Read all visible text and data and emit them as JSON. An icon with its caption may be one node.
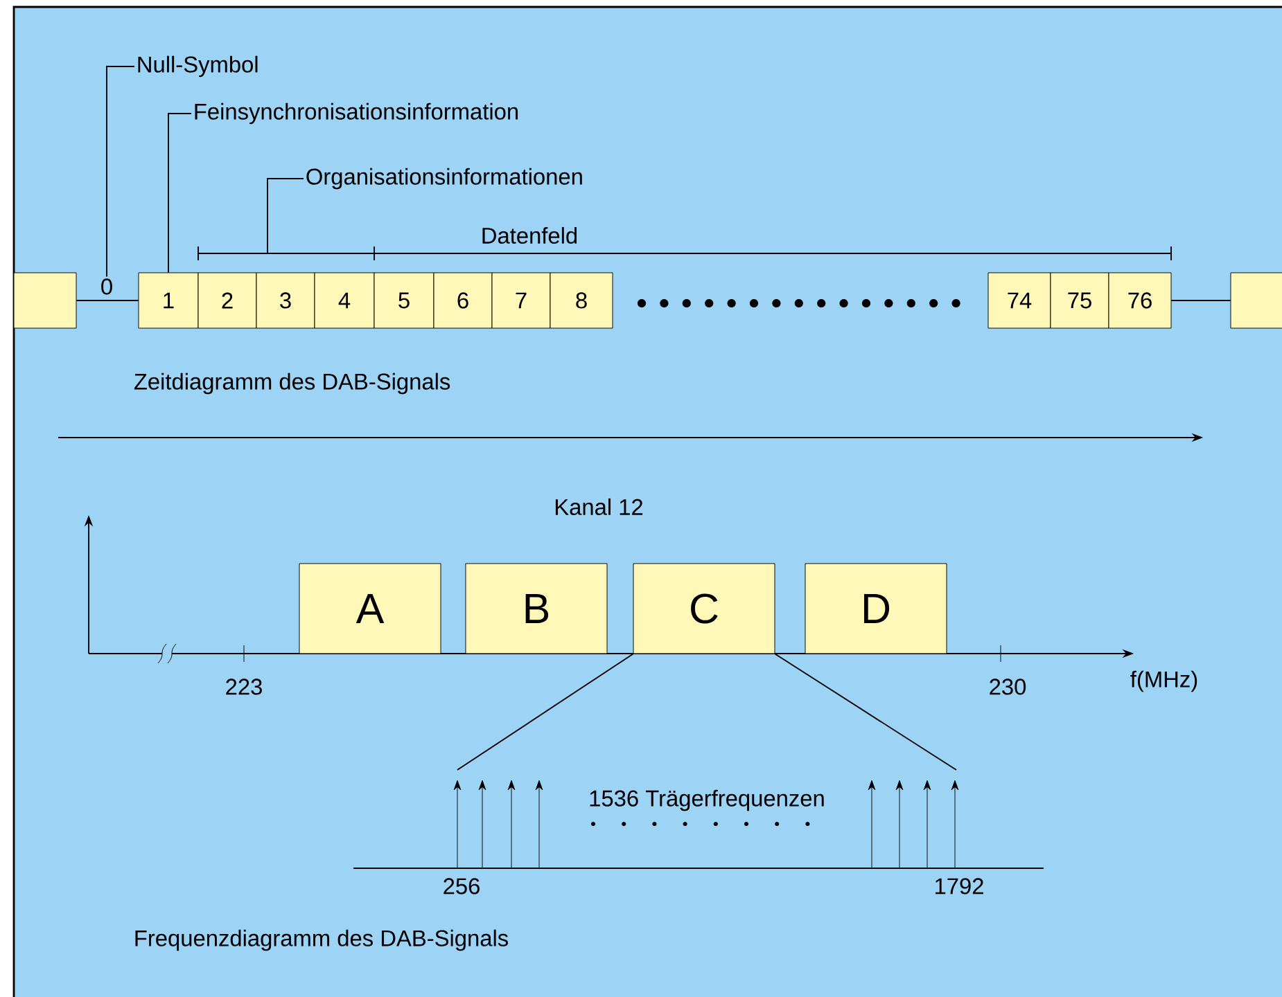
{
  "diagram": {
    "nodes": [
      {
        "text": [
          "Null-Symbol"
        ]
      },
      {
        "text": [
          "Feinsynchronisationsinformation"
        ]
      },
      {
        "text": [
          "Organisationsinformationen"
        ]
      },
      {
        "text": [],
        "shape": "box"
      },
      {
        "text": [
          "0"
        ]
      },
      {
        "text": [
          "1"
        ]
      },
      {
        "text": [
          "2"
        ]
      },
      {
        "text": [
          "3"
        ]
      },
      {
        "text": [
          "4"
        ]
      },
      {
        "text": [
          "5"
        ]
      },
      {
        "text": [
          "6"
        ]
      },
      {
        "text": [
          "7"
        ]
      },
      {
        "text": [
          "8"
        ]
      },
      {
        "text": [
          "74"
        ]
      },
      {
        "text": [
          "75"
        ]
      },
      {
        "text": [
          "76"
        ]
      },
      {
        "text": [],
        "shape": "box"
      },
      {
        "text": [
          "A"
        ]
      },
      {
        "text": [
          "B"
        ]
      },
      {
        "text": [
          "C"
        ]
      },
      {
        "text": [
          "D"
        ]
      }
    ],
    "edges": [
      {
        "from": 0,
        "to": 4,
        "arrow": "none"
      },
      {
        "from": 1,
        "to": 5,
        "arrow": "none"
      },
      {
        "from": 2,
        "to": null,
        "arrow": "none"
      },
      {
        "from": 3,
        "to": 5,
        "arrow": "none"
      },
      {
        "from": 15,
        "to": 16,
        "arrow": "none"
      },
      {
        "from": 19,
        "to": null,
        "arrow": "none"
      },
      {
        "from": 19,
        "to": null,
        "arrow": "none"
      }
    ],
    "labels": [
      "Datenfeld",
      "Zeitdiagramm des DAB-Signals",
      "Kanal 12",
      "223",
      "230",
      "f(MHz)",
      "1536 Trägerfrequenzen",
      "256",
      "1792",
      "Frequenzdiagramm des DAB-Signals"
    ]
  }
}
